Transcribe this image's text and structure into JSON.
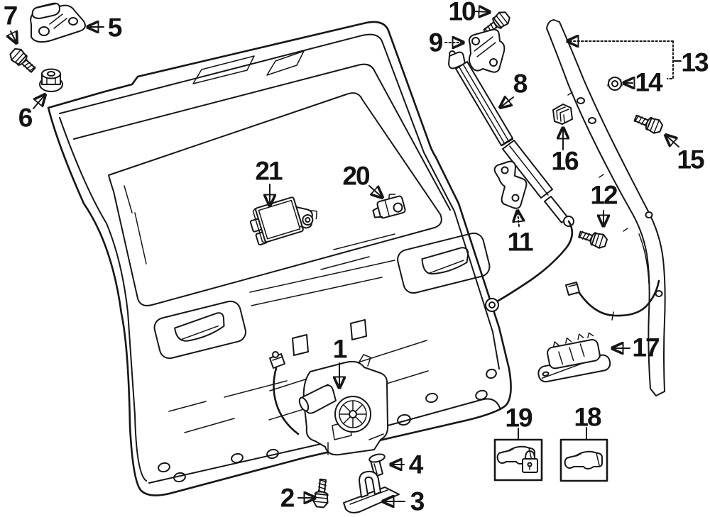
{
  "figure": {
    "background_color": "#ffffff",
    "line_color": "#161616"
  },
  "callouts": [
    {
      "label": "1"
    },
    {
      "label": "2"
    },
    {
      "label": "3"
    },
    {
      "label": "4"
    },
    {
      "label": "5"
    },
    {
      "label": "6"
    },
    {
      "label": "7"
    },
    {
      "label": "8"
    },
    {
      "label": "9"
    },
    {
      "label": "10"
    },
    {
      "label": "11"
    },
    {
      "label": "12"
    },
    {
      "label": "13"
    },
    {
      "label": "14"
    },
    {
      "label": "15"
    },
    {
      "label": "16"
    },
    {
      "label": "17"
    },
    {
      "label": "18"
    },
    {
      "label": "19"
    },
    {
      "label": "20"
    },
    {
      "label": "21"
    }
  ],
  "legend_boxes": [
    {
      "label": "19",
      "icon": "vehicle-locked-icon"
    },
    {
      "label": "18",
      "icon": "vehicle-icon"
    }
  ]
}
